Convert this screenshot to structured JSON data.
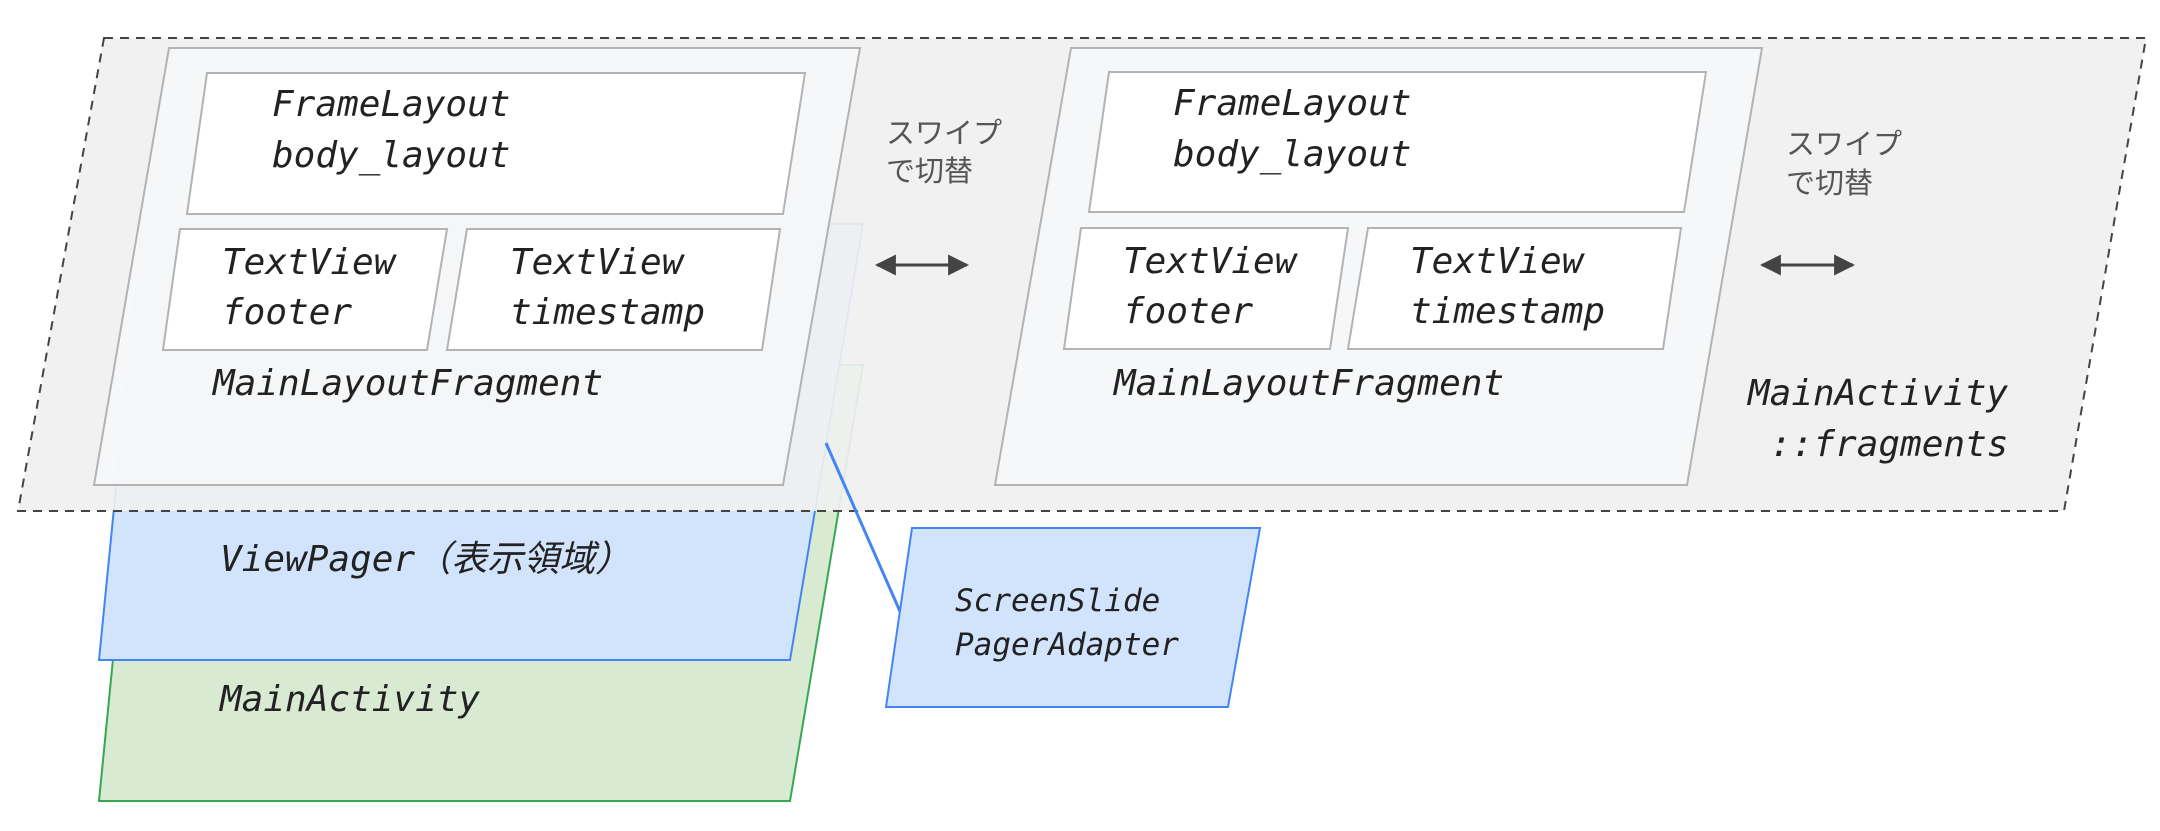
{
  "colors": {
    "outer_fill": "#f0f0f0",
    "outer_stroke": "#444444",
    "fragment_fill": "#f6f7f8",
    "fragment_stroke": "#b3b3b3",
    "inner_fill": "#ffffff",
    "viewpager_fill": "#d2e3fc",
    "viewpager_stroke": "#4285f4",
    "activity_fill": "#d9ead3",
    "activity_stroke": "#34a853",
    "adapter_fill": "#d2e3fc",
    "adapter_stroke": "#4285f4",
    "arrow": "#444444",
    "connector": "#4285f4"
  },
  "main_activity": {
    "label": "MainActivity"
  },
  "view_pager": {
    "label": "ViewPager（表示領域）"
  },
  "adapter": {
    "line1": "ScreenSlide",
    "line2": "PagerAdapter"
  },
  "fragments_container": {
    "line1": "MainActivity",
    "line2": "::fragments"
  },
  "fragments": [
    {
      "frame_layout": {
        "line1": "FrameLayout",
        "line2": "body_layout"
      },
      "footer": {
        "line1": "TextView",
        "line2": "footer"
      },
      "timestamp": {
        "line1": "TextView",
        "line2": "timestamp"
      },
      "label": "MainLayoutFragment"
    },
    {
      "frame_layout": {
        "line1": "FrameLayout",
        "line2": "body_layout"
      },
      "footer": {
        "line1": "TextView",
        "line2": "footer"
      },
      "timestamp": {
        "line1": "TextView",
        "line2": "timestamp"
      },
      "label": "MainLayoutFragment"
    }
  ],
  "swipe_labels": [
    {
      "line1": "スワイプ",
      "line2": "で切替",
      "arrow_icon": "double-arrow-icon"
    },
    {
      "line1": "スワイプ",
      "line2": "で切替",
      "arrow_icon": "double-arrow-icon"
    }
  ]
}
